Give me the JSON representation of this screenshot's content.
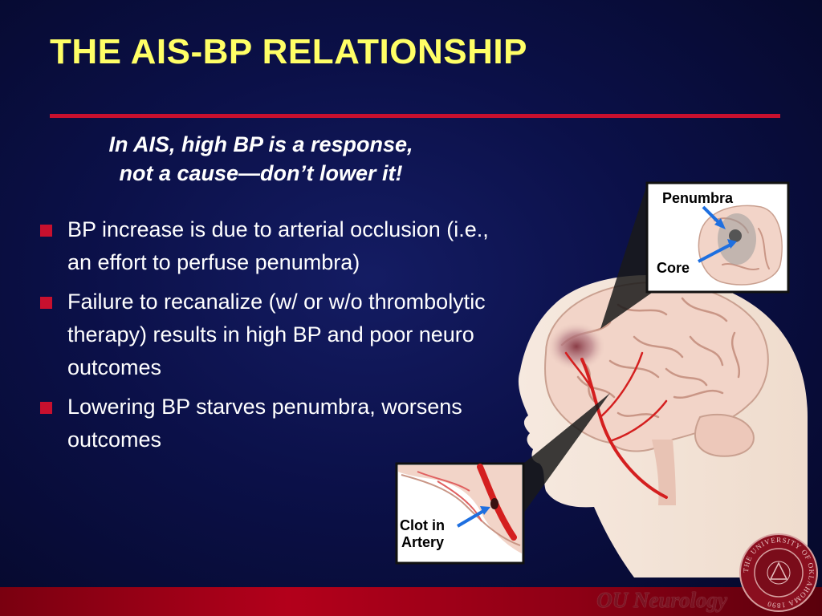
{
  "slide": {
    "title": "THE AIS-BP RELATIONSHIP",
    "subtitle_line1": "In AIS, high BP is a response,",
    "subtitle_line2": "not a cause—don’t lower it!",
    "bullets": [
      "BP increase is due to arterial occlusion (i.e., an effort to perfuse penumbra)",
      "Failure to recanalize (w/ or w/o thrombolytic therapy) results in high BP and poor neuro outcomes",
      "Lowering BP starves penumbra, worsens outcomes"
    ]
  },
  "figure": {
    "label_penumbra": "Penumbra",
    "label_core": "Core",
    "label_clot_line1": "Clot in",
    "label_clot_line2": "Artery"
  },
  "footer": {
    "brand": "OU Neurology",
    "seal_text": "THE UNIVERSITY OF OKLAHOMA 1890"
  },
  "colors": {
    "title": "#ffff66",
    "accent_red": "#c8102e",
    "background": "#0b1048",
    "arrow_blue": "#1e6fe0"
  }
}
